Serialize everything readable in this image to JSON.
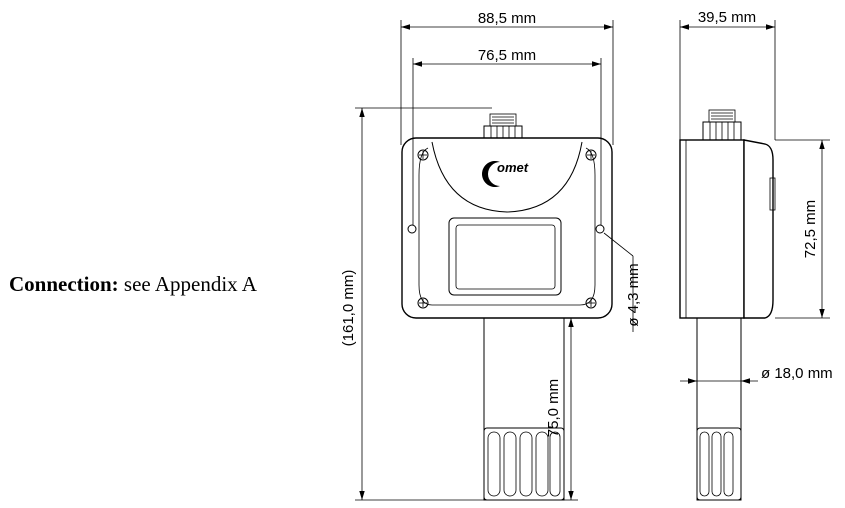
{
  "caption": {
    "label": "Connection:",
    "text": " see Appendix A"
  },
  "logo": {
    "text": "omet"
  },
  "dimensions": {
    "width_outer": "88,5 mm",
    "width_holes": "76,5 mm",
    "depth": "39,5 mm",
    "height_total": "(161,0 mm)",
    "height_body": "72,5 mm",
    "hole_diameter": "ø 4,3 mm",
    "probe_length": "75,0 mm",
    "probe_diameter": "ø 18,0 mm"
  }
}
